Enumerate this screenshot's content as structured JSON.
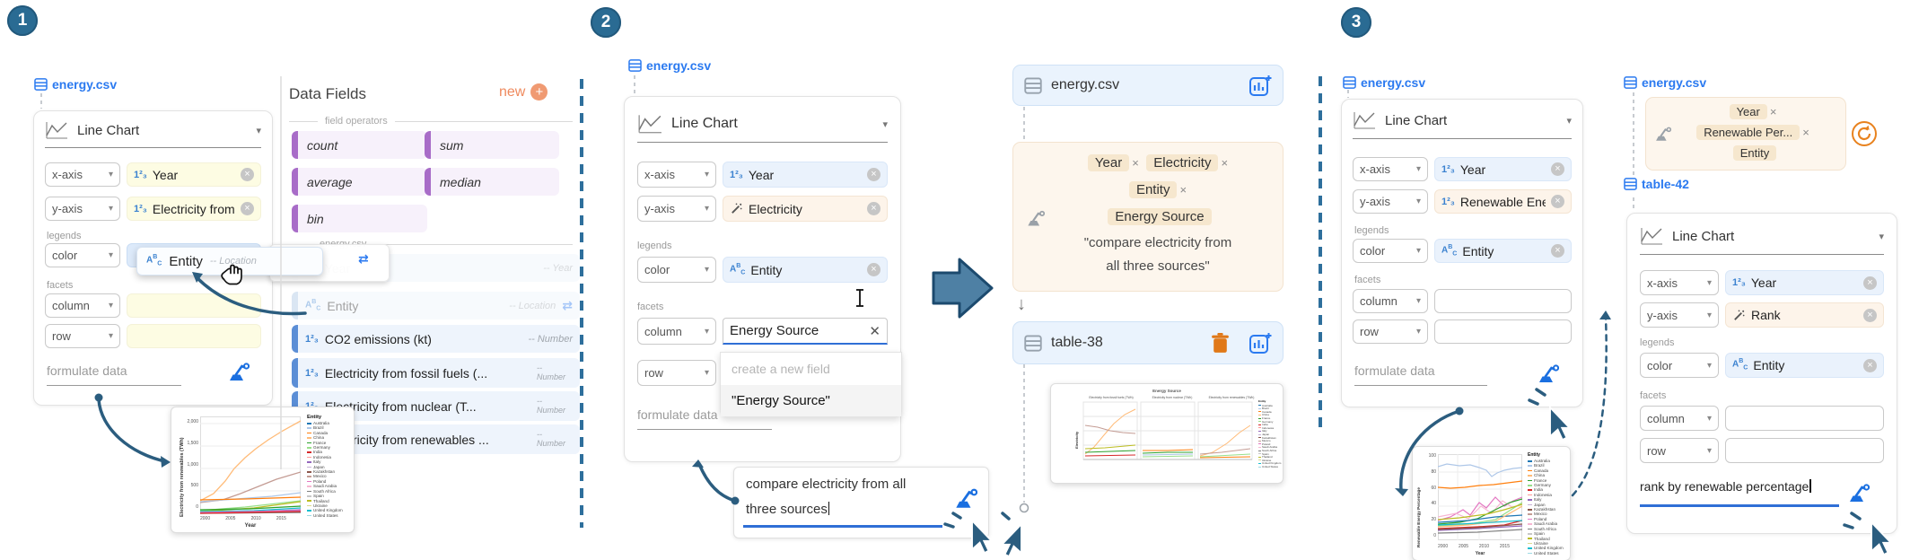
{
  "step_badges": [
    "1",
    "2",
    "3"
  ],
  "icons": {
    "numeric": "1²₃",
    "text_a": "A",
    "text_b": "B",
    "text_c": "C",
    "caret": "▾",
    "remove": "×",
    "close": "×",
    "clear": "✕",
    "down_arrow": "↓",
    "swap": "⇄",
    "plus": "+",
    "new_label": "new"
  },
  "legend_countries": [
    {
      "label": "Australia",
      "color": "#1f77b4"
    },
    {
      "label": "Brazil",
      "color": "#aec7e8"
    },
    {
      "label": "Canada",
      "color": "#ff7f0e"
    },
    {
      "label": "China",
      "color": "#ffbb78"
    },
    {
      "label": "France",
      "color": "#2ca02c"
    },
    {
      "label": "Germany",
      "color": "#98df8a"
    },
    {
      "label": "India",
      "color": "#d62728"
    },
    {
      "label": "Indonesia",
      "color": "#ff9896"
    },
    {
      "label": "Italy",
      "color": "#9467bd"
    },
    {
      "label": "Japan",
      "color": "#c5b0d5"
    },
    {
      "label": "Kazakhstan",
      "color": "#8c564b"
    },
    {
      "label": "Mexico",
      "color": "#c49c94"
    },
    {
      "label": "Poland",
      "color": "#e377c2"
    },
    {
      "label": "Saudi Arabia",
      "color": "#f7b6d2"
    },
    {
      "label": "South Africa",
      "color": "#7f7f7f"
    },
    {
      "label": "Spain",
      "color": "#c7c7c7"
    },
    {
      "label": "Thailand",
      "color": "#bcbd22"
    },
    {
      "label": "Ukraine",
      "color": "#dbdb8d"
    },
    {
      "label": "United Kingdom",
      "color": "#17becf"
    },
    {
      "label": "United States",
      "color": "#9edae5"
    }
  ],
  "panel1": {
    "dataset_label": "energy.csv",
    "chart_type": "Line Chart",
    "legends_label": "legends",
    "facets_label": "facets",
    "formulate_placeholder": "formulate data",
    "slots": {
      "x": {
        "label": "x-axis",
        "field": "Year"
      },
      "y": {
        "label": "y-axis",
        "field": "Electricity from r..."
      },
      "color": {
        "label": "color",
        "field": ""
      },
      "column": {
        "label": "column",
        "field": ""
      },
      "row": {
        "label": "row",
        "field": ""
      }
    },
    "drag_chip": {
      "name": "Entity",
      "hint": "-- Location"
    },
    "thumbnail": {
      "y_label": "Electricity from renewables (TWh)",
      "y_ticks": [
        "2,000",
        "1,500",
        "1,000",
        "500",
        "0"
      ],
      "x_label": "Year",
      "x_ticks": [
        "2000",
        "2005",
        "2010",
        "2015"
      ],
      "legend_title": "Entity"
    }
  },
  "data_fields": {
    "title": "Data Fields",
    "operators_divider": "field operators",
    "operators": [
      "count",
      "sum",
      "average",
      "median",
      "bin"
    ],
    "dataset_divider": "energy.csv",
    "fields": [
      {
        "name": "Year",
        "hint": "-- Year"
      },
      {
        "name": "Entity",
        "hint": "-- Location"
      },
      {
        "name": "CO2 emissions (kt)",
        "hint": "-- Number"
      },
      {
        "name": "Electricity from fossil fuels (...",
        "hint": "-- Number"
      },
      {
        "name": "Electricity from nuclear (T...",
        "hint": "-- Number"
      },
      {
        "name": "Electricity from renewables ...",
        "hint": "-- Number"
      }
    ]
  },
  "panel2": {
    "dataset_label": "energy.csv",
    "chart_type": "Line Chart",
    "legends_label": "legends",
    "facets_label": "facets",
    "formulate_placeholder": "formulate data",
    "slots": {
      "x": {
        "label": "x-axis",
        "field": "Year"
      },
      "y": {
        "label": "y-axis",
        "field": "Electricity"
      },
      "color": {
        "label": "color",
        "field": "Entity"
      },
      "column": {
        "label": "column",
        "field": "Energy Source"
      },
      "row": {
        "label": "row",
        "field": ""
      }
    },
    "dropdown": {
      "placeholder": "create a new field",
      "option": "\"Energy Source\""
    },
    "nl_input": {
      "line1": "compare electricity from all",
      "line2": "three sources"
    }
  },
  "flow": {
    "source_node": "energy.csv",
    "prompt": {
      "chips": [
        "Year",
        "Electricity",
        "Entity"
      ],
      "new_chip": "Energy Source",
      "quote_line1": "\"compare electricity from",
      "quote_line2": "all three sources\""
    },
    "result_node": "table-38",
    "thumbnail": {
      "title": "Energy Source",
      "facet_titles": [
        "Electricity from fossil fuels (TWh)",
        "Electricity from nuclear (TWh)",
        "Electricity from renewables (TWh)"
      ],
      "y_label": "Electricity",
      "legend_title": "Entity"
    }
  },
  "panel3": {
    "left": {
      "dataset_label": "energy.csv",
      "chart_type": "Line Chart",
      "legends_label": "legends",
      "facets_label": "facets",
      "formulate_placeholder": "formulate data",
      "slots": {
        "x": {
          "label": "x-axis",
          "field": "Year"
        },
        "y": {
          "label": "y-axis",
          "field": "Renewable Ene..."
        },
        "color": {
          "label": "color",
          "field": "Entity"
        },
        "column": {
          "label": "column",
          "field": ""
        },
        "row": {
          "label": "row",
          "field": ""
        }
      },
      "thumbnail": {
        "y_label": "Renewable Energy Percentage",
        "y_ticks": [
          "100",
          "80",
          "60",
          "40",
          "20",
          "0"
        ],
        "x_label": "Year",
        "x_ticks": [
          "2000",
          "2005",
          "2010",
          "2015"
        ],
        "legend_title": "Entity"
      }
    },
    "right": {
      "dataset_label": "energy.csv",
      "prompt_chips": [
        "Year",
        "Renewable Per..."
      ],
      "prompt_chip_no_x": "Entity",
      "table_label": "table-42",
      "chart_type": "Line Chart",
      "legends_label": "legends",
      "facets_label": "facets",
      "slots": {
        "x": {
          "label": "x-axis",
          "field": "Year"
        },
        "y": {
          "label": "y-axis",
          "field": "Rank"
        },
        "color": {
          "label": "color",
          "field": "Entity"
        },
        "column": {
          "label": "column",
          "field": ""
        },
        "row": {
          "label": "row",
          "field": ""
        }
      },
      "nl_input": "rank by renewable percentage"
    }
  },
  "colors": {
    "accent_blue": "#2b7af0",
    "badge_blue": "#2a6b93",
    "arrow_blue": "#2b5d7f",
    "new_orange": "#ef8a5e",
    "trash_orange": "#e07818",
    "refresh_orange": "#e8821e",
    "purple_tab": "#a86cc8",
    "blue_tab": "#5b8ed6",
    "field_yellow": "#fdfce3",
    "field_blue": "#eaf2fc",
    "field_cream": "#fdf4ea",
    "prompt_bg": "#fdf6ed",
    "node_bg": "#eaf3fd"
  }
}
